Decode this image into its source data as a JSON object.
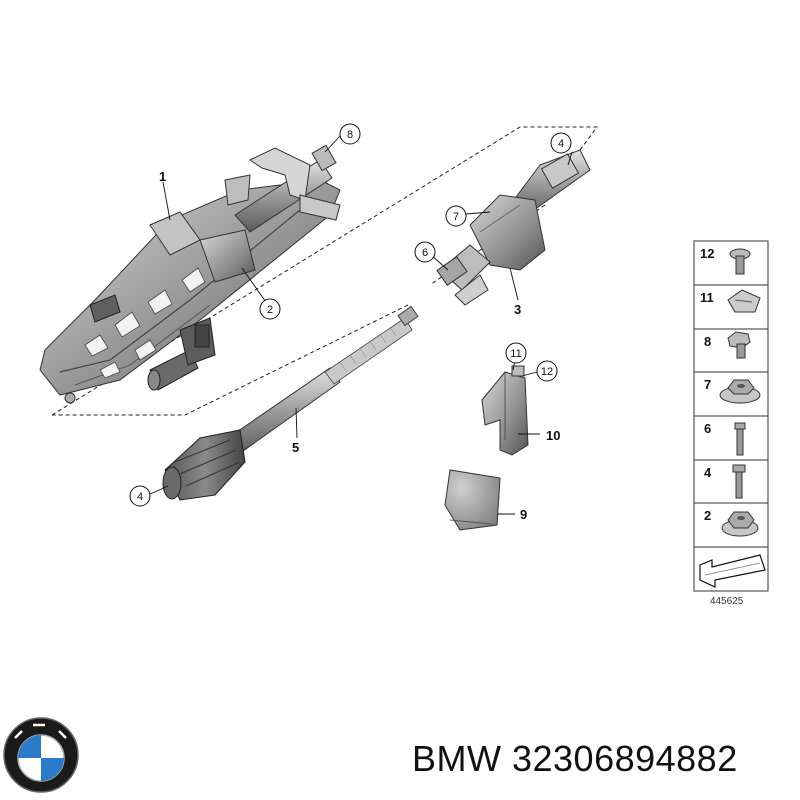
{
  "callouts": {
    "c1": "1",
    "c2": "2",
    "c3": "3",
    "c4a": "4",
    "c4b": "4",
    "c5": "5",
    "c6": "6",
    "c7": "7",
    "c8": "8",
    "c9": "9",
    "c10": "10",
    "c11": "11",
    "c12": "12"
  },
  "legend": {
    "items": [
      "12",
      "11",
      "8",
      "7",
      "6",
      "4",
      "2"
    ]
  },
  "diagram_code": "445625",
  "logo": {
    "letters": "BMW"
  },
  "caption": "BMW 32306894882",
  "colors": {
    "part_dark": "#6b6b6b",
    "part_mid": "#9a9a9a",
    "part_light": "#cfcfcf",
    "line": "#111111"
  }
}
